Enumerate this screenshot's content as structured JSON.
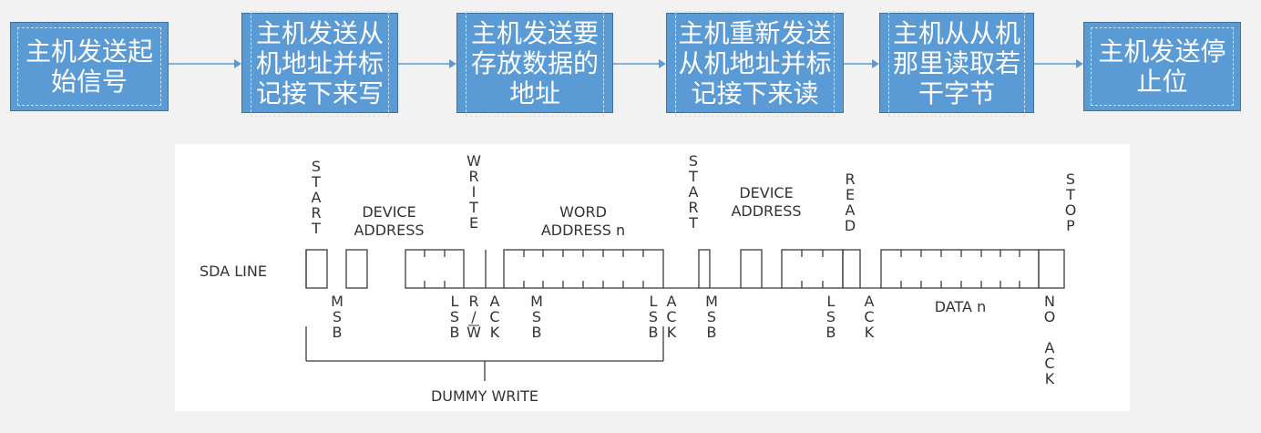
{
  "flow_steps": [
    {
      "id": "start",
      "text": "主机发送起\n始信号"
    },
    {
      "id": "slave-addr-write",
      "text": "主机发送从\n机地址并标\n记接下来写"
    },
    {
      "id": "mem-addr",
      "text": "主机发送要\n存放数据的\n地址"
    },
    {
      "id": "slave-addr-read",
      "text": "主机重新发送\n从机地址并标\n记接下来读"
    },
    {
      "id": "read-bytes",
      "text": "主机从从机\n那里读取若\n干字节"
    },
    {
      "id": "stop",
      "text": "主机发送停\n止位"
    }
  ],
  "timing": {
    "line_label": "SDA LINE",
    "top_labels": [
      {
        "id": "start-1",
        "text": "START"
      },
      {
        "id": "device-address-1",
        "text": "DEVICE\nADDRESS"
      },
      {
        "id": "write",
        "text": "WRITE"
      },
      {
        "id": "word-address",
        "text": "WORD\nADDRESS n"
      },
      {
        "id": "start-2",
        "text": "START"
      },
      {
        "id": "device-address-2",
        "text": "DEVICE\nADDRESS"
      },
      {
        "id": "read",
        "text": "READ"
      },
      {
        "id": "stop",
        "text": "STOP"
      }
    ],
    "bottom_labels": [
      {
        "id": "msb-1",
        "text": "MSB"
      },
      {
        "id": "lsb-1",
        "text": "LSB"
      },
      {
        "id": "rw",
        "text": "R/W"
      },
      {
        "id": "ack-1",
        "text": "ACK"
      },
      {
        "id": "msb-2",
        "text": "MSB"
      },
      {
        "id": "lsb-2",
        "text": "LSB"
      },
      {
        "id": "ack-2",
        "text": "ACK"
      },
      {
        "id": "msb-3",
        "text": "MSB"
      },
      {
        "id": "lsb-3",
        "text": "LSB"
      },
      {
        "id": "ack-3",
        "text": "ACK"
      },
      {
        "id": "data-n",
        "text": "DATA n"
      },
      {
        "id": "no-ack",
        "text": "NO\n\nACK"
      }
    ],
    "dummy_write_label": "DUMMY WRITE"
  }
}
